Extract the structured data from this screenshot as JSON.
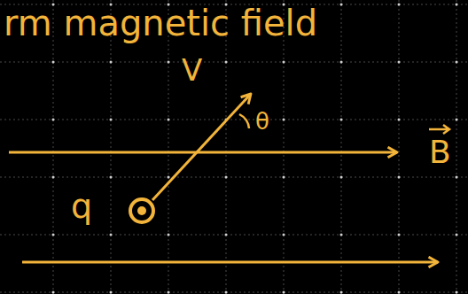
{
  "diagram": {
    "labels": [
      "rm magnetic field",
      "V",
      "θ",
      "B",
      "q"
    ]
  }
}
